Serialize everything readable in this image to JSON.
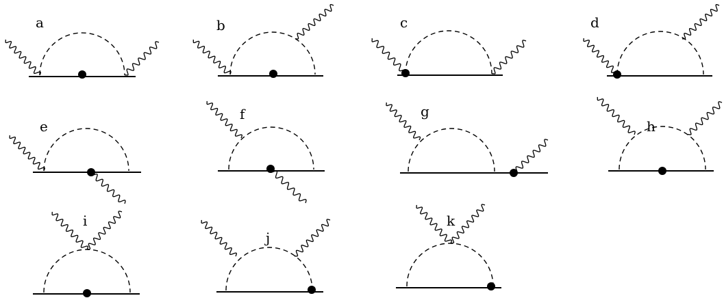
{
  "diagrams": [
    {
      "label": "a"
    },
    {
      "label": "b"
    },
    {
      "label": "c"
    },
    {
      "label": "d"
    },
    {
      "label": "e"
    },
    {
      "label": "f"
    },
    {
      "label": "g"
    },
    {
      "label": "h"
    },
    {
      "label": "i"
    },
    {
      "label": "j"
    },
    {
      "label": "k"
    }
  ]
}
